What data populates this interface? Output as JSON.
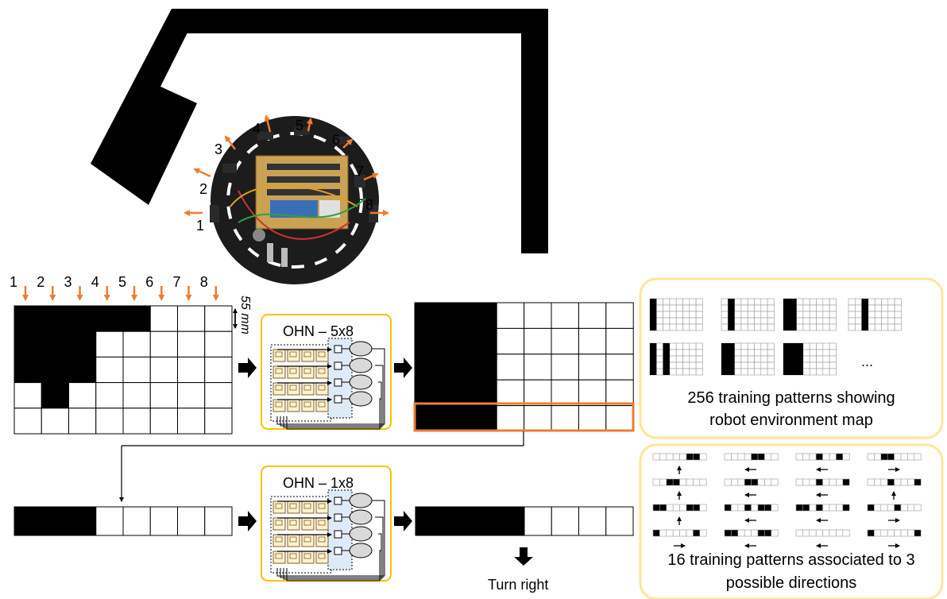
{
  "robot": {
    "sensor_numbers": [
      "1",
      "2",
      "3",
      "4",
      "5",
      "6",
      "7",
      "8"
    ]
  },
  "sensor_row": {
    "numbers": [
      "1",
      "2",
      "3",
      "4",
      "5",
      "6",
      "7",
      "8"
    ]
  },
  "dimension_label": "55 mm",
  "ohn_top": {
    "title": "OHN – 5x8"
  },
  "ohn_bottom": {
    "title": "OHN – 1x8"
  },
  "input_grid_5x8": [
    [
      1,
      1,
      1,
      1,
      1,
      0,
      0,
      0
    ],
    [
      1,
      1,
      1,
      0,
      0,
      0,
      0,
      0
    ],
    [
      1,
      1,
      1,
      0,
      0,
      0,
      0,
      0
    ],
    [
      0,
      1,
      0,
      0,
      0,
      0,
      0,
      0
    ],
    [
      0,
      0,
      0,
      0,
      0,
      0,
      0,
      0
    ]
  ],
  "output_grid_5x8": [
    [
      1,
      1,
      1,
      0,
      0,
      0,
      0,
      0
    ],
    [
      1,
      1,
      1,
      0,
      0,
      0,
      0,
      0
    ],
    [
      1,
      1,
      1,
      0,
      0,
      0,
      0,
      0
    ],
    [
      1,
      1,
      1,
      0,
      0,
      0,
      0,
      0
    ],
    [
      1,
      1,
      1,
      0,
      0,
      0,
      0,
      0
    ]
  ],
  "input_row_1x8": [
    1,
    1,
    1,
    0,
    0,
    0,
    0,
    0
  ],
  "output_row_1x8": [
    1,
    1,
    1,
    1,
    0,
    0,
    0,
    0
  ],
  "action_label": "Turn right",
  "panel_top": {
    "ellipsis": "...",
    "caption_line1": "256 training patterns showing",
    "caption_line2": "robot environment map"
  },
  "panel_bottom": {
    "caption_line1": "16 training patterns associated to 3",
    "caption_line2": "possible directions"
  },
  "colors": {
    "accent": "#ED7D31",
    "panel_border": "#FFE699",
    "ohn_border": "#FFC000",
    "cell_fill": "#FFF2CC",
    "blue_fill": "#DEEBF7",
    "neuron_fill": "#D9D9D9"
  }
}
